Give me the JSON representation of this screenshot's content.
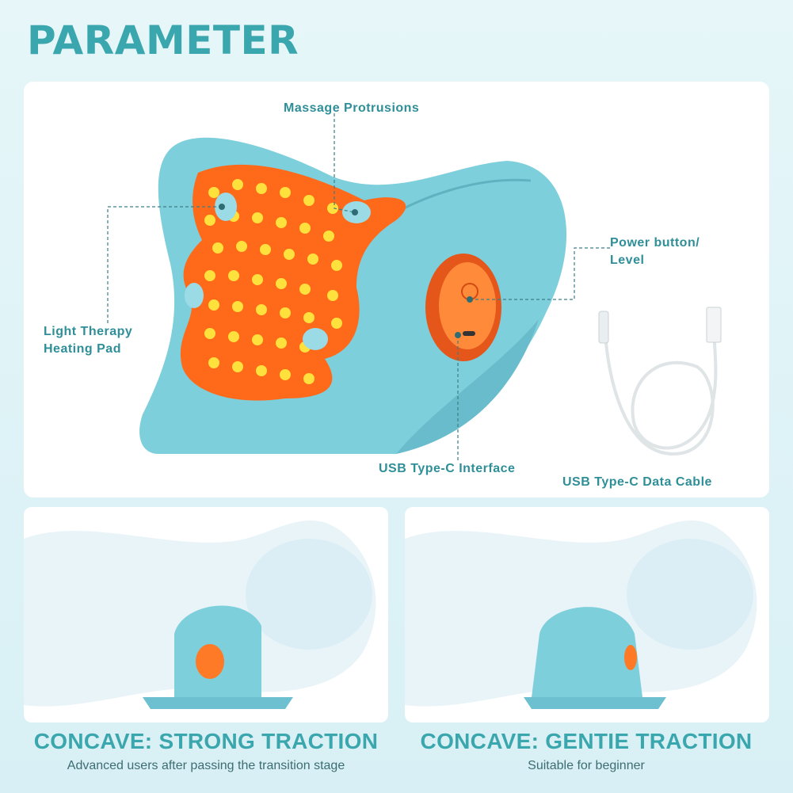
{
  "header": {
    "title": "PARAMETER"
  },
  "callouts": {
    "massage": "Massage Protrusions",
    "power_line1": "Power button/",
    "power_line2": "Level",
    "light_line1": "Light Therapy",
    "light_line2": "Heating Pad",
    "usb_interface": "USB Type-C Interface",
    "cable": "USB Type-C Data Cable"
  },
  "modes": [
    {
      "title": "CONCAVE: STRONG TRACTION",
      "subtitle": "Advanced users after passing the transition stage"
    },
    {
      "title": "CONCAVE: GENTIE TRACTION",
      "subtitle": "Suitable for beginner"
    }
  ],
  "colors": {
    "accent": "#3aa6ad",
    "pillow": "#7ecfdc",
    "heat_pad": "#ff6a1a",
    "led": "#ffe13d"
  }
}
